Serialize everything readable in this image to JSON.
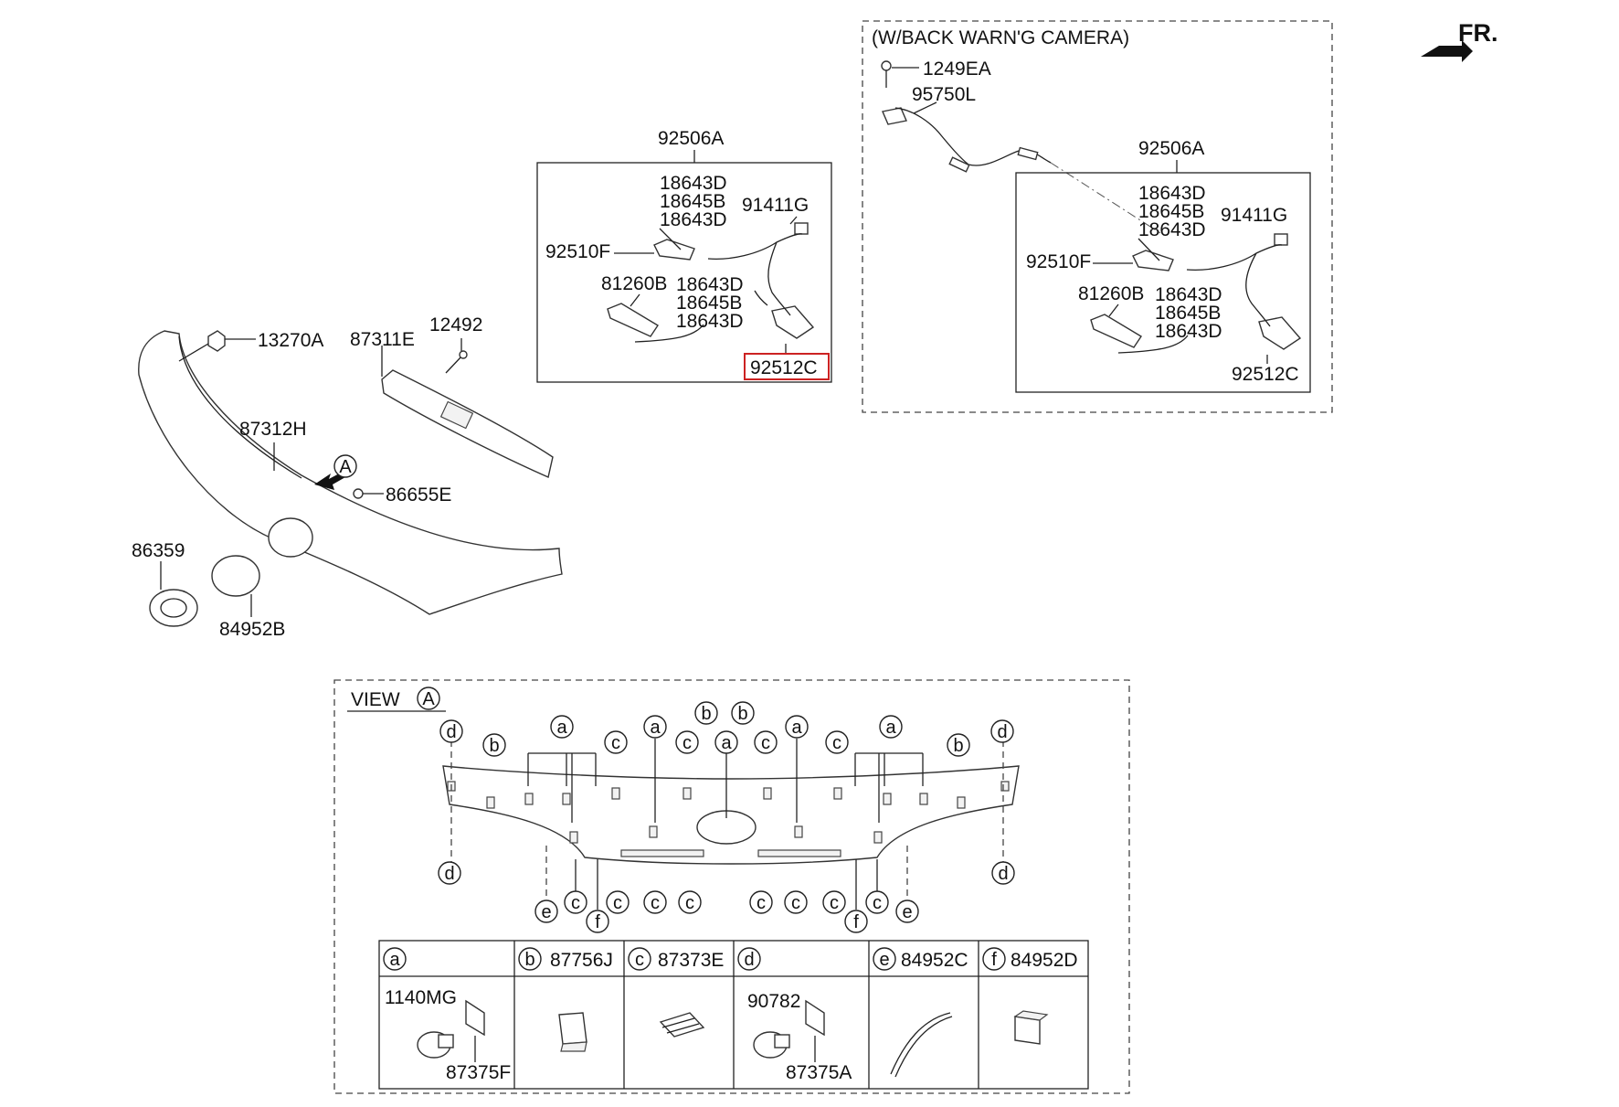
{
  "fr_label": "FR.",
  "camera_box_title": "(W/BACK WARN'G CAMERA)",
  "view_title": "VIEW",
  "view_marker": "A",
  "arrow_marker": "A",
  "highlight_color": "#cc2222",
  "main_labels": {
    "p13270A": "13270A",
    "p87311E": "87311E",
    "p12492": "12492",
    "p87312H": "87312H",
    "p86655E": "86655E",
    "p86359": "86359",
    "p84952B": "84952B"
  },
  "lamp_box": {
    "title": "92506A",
    "group_top": [
      "18643D",
      "18645B",
      "18643D"
    ],
    "group_bottom": [
      "18643D",
      "18645B",
      "18643D"
    ],
    "p91411G": "91411G",
    "p92510F": "92510F",
    "p81260B": "81260B",
    "p92512C": "92512C"
  },
  "camera_box": {
    "p1249EA": "1249EA",
    "p95750L": "95750L",
    "title": "92506A",
    "group_top": [
      "18643D",
      "18645B",
      "18643D"
    ],
    "group_bottom": [
      "18643D",
      "18645B",
      "18643D"
    ],
    "p91411G": "91411G",
    "p92510F": "92510F",
    "p81260B": "81260B",
    "p92512C": "92512C"
  },
  "view_letters": {
    "top": [
      "d",
      "b",
      "a",
      "c",
      "a",
      "c",
      "b",
      "b",
      "a",
      "c",
      "a",
      "c",
      "a",
      "b",
      "d"
    ],
    "bottom": [
      "d",
      "e",
      "c",
      "f",
      "c",
      "c",
      "c",
      "c",
      "c",
      "c",
      "f",
      "c",
      "e",
      "d"
    ]
  },
  "legend": {
    "headers": [
      {
        "letter": "a",
        "part": ""
      },
      {
        "letter": "b",
        "part": "87756J"
      },
      {
        "letter": "c",
        "part": "87373E"
      },
      {
        "letter": "d",
        "part": ""
      },
      {
        "letter": "e",
        "part": "84952C"
      },
      {
        "letter": "f",
        "part": "84952D"
      }
    ],
    "a_parts": [
      "1140MG",
      "87375F"
    ],
    "d_parts": [
      "90782",
      "87375A"
    ]
  }
}
